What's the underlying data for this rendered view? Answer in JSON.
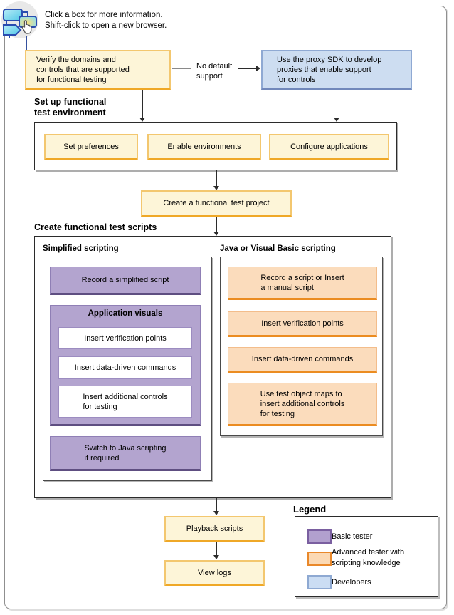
{
  "instructions": "Click a box for more information.\nShift-click to open a new browser.",
  "flow": {
    "verify": "Verify the domains and\ncontrols that are supported\nfor functional testing",
    "no_default": "No default\nsupport",
    "proxy": "Use the proxy SDK to develop\nproxies that enable support\nfor controls",
    "setup_heading": "Set up functional\ntest environment",
    "setup_boxes": [
      "Set preferences",
      "Enable environments",
      "Configure applications"
    ],
    "create_project": "Create a functional test project",
    "scripts_heading": "Create functional test scripts",
    "simplified_heading": "Simplified scripting",
    "record_simplified": "Record a simplified script",
    "app_visuals_title": "Application visuals",
    "app_visuals_boxes": [
      "Insert verification points",
      "Insert data-driven commands",
      "Insert additional controls\nfor testing"
    ],
    "switch_java": "Switch to Java scripting\nif required",
    "java_heading": "Java or Visual Basic scripting",
    "java_boxes": [
      "Record a script or Insert\na manual script",
      "Insert verification points",
      "Insert data-driven commands",
      "Use test object maps to\ninsert additional controls\nfor testing"
    ],
    "playback": "Playback scripts",
    "view_logs": "View logs"
  },
  "legend": {
    "heading": "Legend",
    "items": [
      {
        "label": "Basic tester",
        "fill": "#b2a0ce",
        "border": "#7a5fa0"
      },
      {
        "label": "Advanced tester with\nscripting knowledge",
        "fill": "#fbd9b4",
        "border": "#e9882a"
      },
      {
        "label": "Developers",
        "fill": "#cbddf3",
        "border": "#8ea9d2"
      }
    ]
  },
  "colors": {
    "basic_tester_fill": "#b3a4cf",
    "advanced_tester_fill": "#fbdcbc",
    "developers_fill": "#cdddf1",
    "step_fill": "#fdf5d8",
    "arrow": "#2b2b2b"
  }
}
